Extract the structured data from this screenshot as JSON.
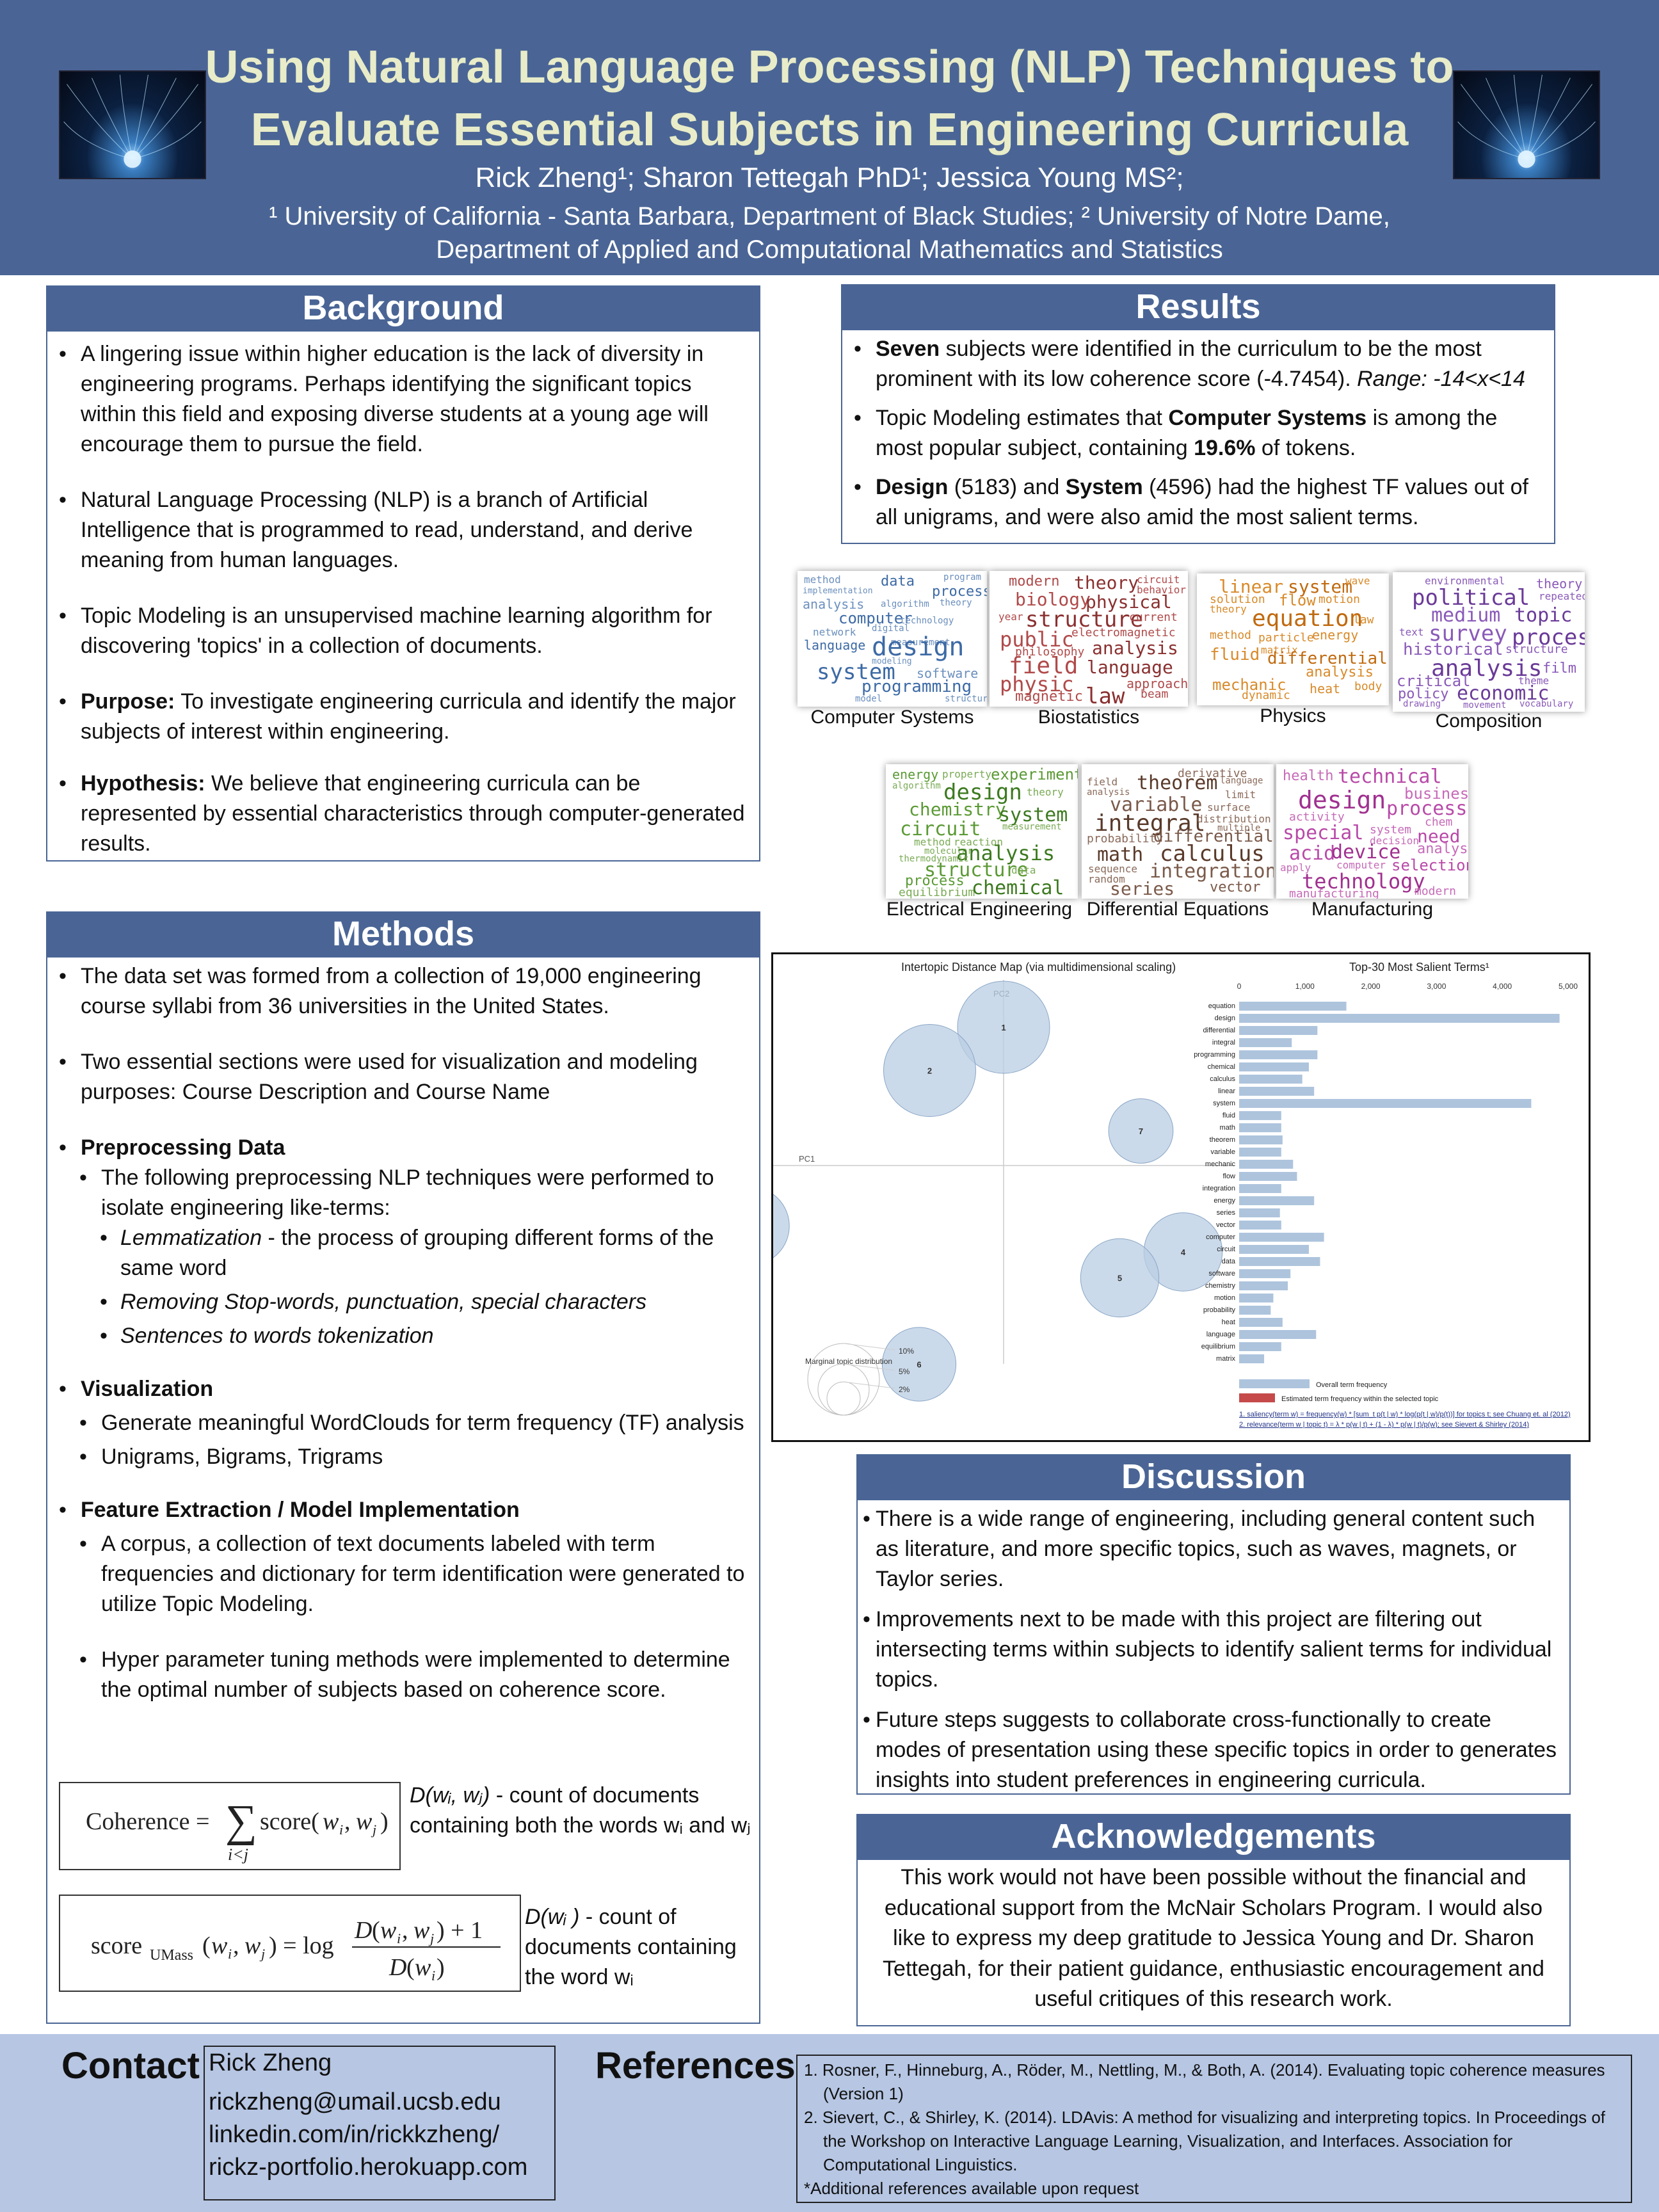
{
  "header": {
    "title_line1": "Using Natural Language Processing (NLP) Techniques to",
    "title_line2": "Evaluate Essential Subjects in Engineering Curricula",
    "authors": "Rick Zheng¹; Sharon Tettegah PhD¹; Jessica Young MS²;",
    "affiliation_line1": "¹ University of California - Santa Barbara, Department of Black Studies; ² University of Notre Dame,",
    "affiliation_line2": "Department of Applied and Computational Mathematics and Statistics"
  },
  "background": {
    "heading": "Background",
    "items": [
      {
        "bold": "",
        "text": "A lingering issue within higher education is the lack of diversity in engineering programs. Perhaps identifying the significant topics within this field and exposing diverse students at a young age will encourage them to pursue the field."
      },
      {
        "bold": "",
        "text": "Natural Language Processing (NLP) is a branch of Artificial Intelligence that is programmed to read, understand, and derive meaning from human languages."
      },
      {
        "bold": "",
        "text": "Topic Modeling is an unsupervised machine learning algorithm for discovering 'topics' in a collection of documents."
      },
      {
        "bold": "Purpose:",
        "text": " To investigate engineering curricula and identify the major subjects of interest within engineering."
      },
      {
        "bold": "Hypothesis:",
        "text": " We believe that engineering curricula can be represented by essential characteristics through computer-generated results."
      }
    ]
  },
  "methods": {
    "heading": "Methods",
    "item1": "The data set was formed from a collection of 19,000 engineering course syllabi from 36 universities in the United States.",
    "item2": "Two essential sections were used for visualization and modeling purposes: Course Description and Course Name",
    "preprocessing_title": "Preprocessing Data",
    "preprocessing_text": "The following preprocessing NLP techniques were performed to isolate engineering like-terms:",
    "lemmatization_term": "Lemmatization",
    "lemmatization_text": "  - the process of grouping different forms of the same word",
    "stopwords": "Removing Stop-words, punctuation, special characters",
    "tokenization": "Sentences to words tokenization",
    "visualization_title": "Visualization",
    "visualization_text": "Generate meaningful WordClouds for term frequency (TF) analysis",
    "ngrams": "Unigrams, Bigrams, Trigrams",
    "feature_title": "Feature Extraction / Model Implementation",
    "feature_text": "A corpus, a collection of text documents labeled with term frequencies and dictionary for term identification were generated to utilize Topic Modeling.",
    "tuning_text": "Hyper parameter tuning methods were implemented to determine the optimal number of subjects based on coherence score.",
    "eq1_caption_a": "D(wᵢ, wⱼ)",
    "eq1_caption_b": " - count of documents containing both the words wᵢ and wⱼ",
    "eq2_caption_a": "D(wᵢ )",
    "eq2_caption_b": " - count of documents containing the word wᵢ"
  },
  "results": {
    "heading": "Results",
    "r1_bold": "Seven",
    "r1_text": " subjects were identified in the curriculum to be the most prominent with its low coherence score (-4.7454). ",
    "r1_italic": "Range: -14<x<14",
    "r2_text_a": "Topic Modeling estimates that ",
    "r2_bold": "Computer Systems",
    "r2_text_b": " is among the most popular subject, containing ",
    "r2_bold2": "19.6%",
    "r2_text_c": " of tokens.",
    "r3_bold_a": "Design",
    "r3_text_a": " (5183) and ",
    "r3_bold_b": "System",
    "r3_text_b": " (4596) had the highest TF values out of all unigrams, and were also amid the most salient terms."
  },
  "wordclouds": [
    {
      "label": "Computer Systems",
      "color": "#3d6aa5"
    },
    {
      "label": "Biostatistics",
      "color": "#b04a4a"
    },
    {
      "label": "Physics",
      "color": "#d88a2a"
    },
    {
      "label": "Composition",
      "color": "#8a5ab8"
    },
    {
      "label": "Electrical Engineering",
      "color": "#5b9a35"
    },
    {
      "label": "Differential Equations",
      "color": "#7a5a4a"
    },
    {
      "label": "Manufacturing",
      "color": "#b84aa8"
    }
  ],
  "chart_data": {
    "type": "bar",
    "title": "Top-30 Most Salient Terms¹",
    "left_panel_title": "Intertopic Distance Map (via multidimensional scaling)",
    "pc1_label": "PC1",
    "pc2_label": "PC2",
    "topics": [
      {
        "id": "1",
        "x": 0.0,
        "y": 0.8,
        "r": 1.0
      },
      {
        "id": "2",
        "x": -0.35,
        "y": 0.55,
        "r": 1.0
      },
      {
        "id": "7",
        "x": 0.65,
        "y": 0.2,
        "r": 0.7
      },
      {
        "id": "3",
        "x": -1.2,
        "y": -0.35,
        "r": 0.85
      },
      {
        "id": "4",
        "x": 0.85,
        "y": -0.5,
        "r": 0.85
      },
      {
        "id": "5",
        "x": 0.55,
        "y": -0.65,
        "r": 0.85
      },
      {
        "id": "6",
        "x": -0.4,
        "y": -1.15,
        "r": 0.8
      }
    ],
    "marginal_title": "Marginal topic distribution",
    "marginal_ticks": [
      "2%",
      "5%",
      "10%"
    ],
    "xlim": [
      0,
      5000
    ],
    "xticks": [
      "0",
      "1,000",
      "2,000",
      "3,000",
      "4,000",
      "5,000"
    ],
    "categories": [
      "equation",
      "design",
      "differential",
      "integral",
      "programming",
      "chemical",
      "calculus",
      "linear",
      "system",
      "fluid",
      "math",
      "theorem",
      "variable",
      "mechanic",
      "flow",
      "integration",
      "energy",
      "series",
      "vector",
      "computer",
      "circuit",
      "data",
      "software",
      "chemistry",
      "motion",
      "probability",
      "heat",
      "language",
      "equilibrium",
      "matrix"
    ],
    "values": [
      1630,
      4870,
      1190,
      800,
      1190,
      1060,
      960,
      1140,
      4440,
      640,
      640,
      660,
      640,
      820,
      880,
      640,
      1140,
      620,
      640,
      1290,
      1060,
      1230,
      780,
      740,
      520,
      480,
      660,
      1170,
      640,
      380
    ],
    "bar_color": "#aec4dd",
    "highlight_color": "#c64a4a",
    "legend_overall": "Overall term frequency",
    "legend_estimated": "Estimated term frequency within the selected topic",
    "footnote1": "1. saliency(term w) = frequency(w) * [sum_t p(t | w) * log(p(t | w)/p(t))] for topics t; see Chuang et. al (2012)",
    "footnote2": "2. relevance(term w | topic t) = λ * p(w | t) + (1 - λ) * p(w | t)/p(w); see Sievert & Shirley (2014)"
  },
  "discussion": {
    "heading": "Discussion",
    "items": [
      "There is a wide range of engineering, including general content such as literature, and more specific topics, such as waves, magnets, or Taylor series.",
      "Improvements next to be made with this project are filtering out intersecting terms within subjects to identify salient terms for individual topics.",
      "Future steps suggests to collaborate cross-functionally to create modes of presentation using these specific topics in order to generates insights into student preferences in engineering curricula."
    ]
  },
  "acknowledgements": {
    "heading": "Acknowledgements",
    "text": "This work would not have been possible without the financial and educational support from the McNair Scholars Program. I would also like to express my deep gratitude to Jessica Young and Dr. Sharon Tettegah, for their patient guidance, enthusiastic encouragement and useful critiques of this research work."
  },
  "contact": {
    "heading": "Contact",
    "name": "Rick Zheng",
    "email": "rickzheng@umail.ucsb.edu",
    "linkedin": "linkedin.com/in/rickkzheng/",
    "portfolio": "rickz-portfolio.herokuapp.com"
  },
  "references": {
    "heading": "References",
    "ref1": "1. Rosner, F., Hinneburg, A., Röder, M., Nettling, M., & Both, A. (2014). Evaluating topic coherence measures (Version 1)",
    "ref2": "2. Sievert, C., & Shirley, K. (2014). LDAvis: A method for visualizing and interpreting topics. In Proceedings of the Workshop on Interactive Language Learning, Visualization, and Interfaces. Association for Computational Linguistics.",
    "note": "*Additional references available upon request"
  }
}
